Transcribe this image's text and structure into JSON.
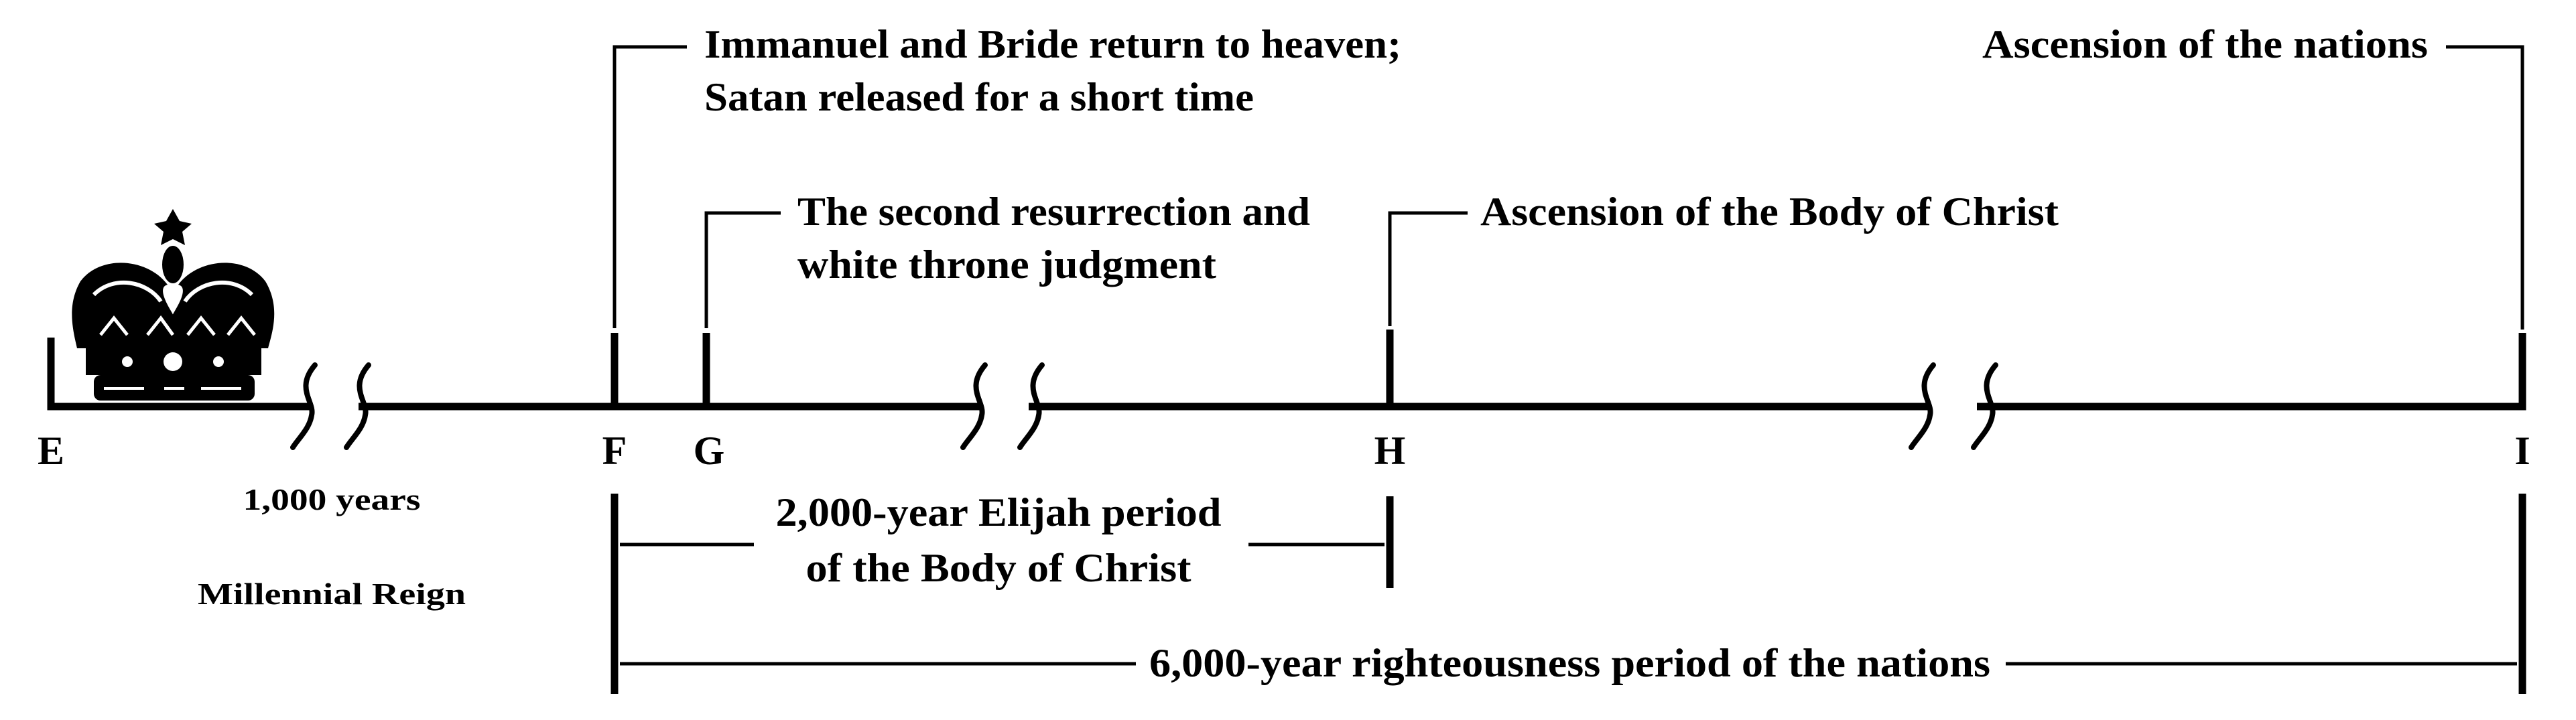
{
  "points": {
    "E": "E",
    "F": "F",
    "G": "G",
    "H": "H",
    "I": "I"
  },
  "callouts": {
    "f_line1": "Immanuel and Bride return to heaven;",
    "f_line2": "Satan released for a short time",
    "g_line1": "The second resurrection and",
    "g_line2": "white throne judgment",
    "h": "Ascension of the Body of Christ",
    "i": "Ascension of the nations"
  },
  "below": {
    "years": "1,000 years",
    "reign": "Millennial Reign",
    "elijah_line1": "2,000-year Elijah period",
    "elijah_line2": "of the Body of Christ",
    "nations_period": "6,000-year righteousness period of the nations"
  },
  "icons": {
    "crown": "crown-icon"
  }
}
